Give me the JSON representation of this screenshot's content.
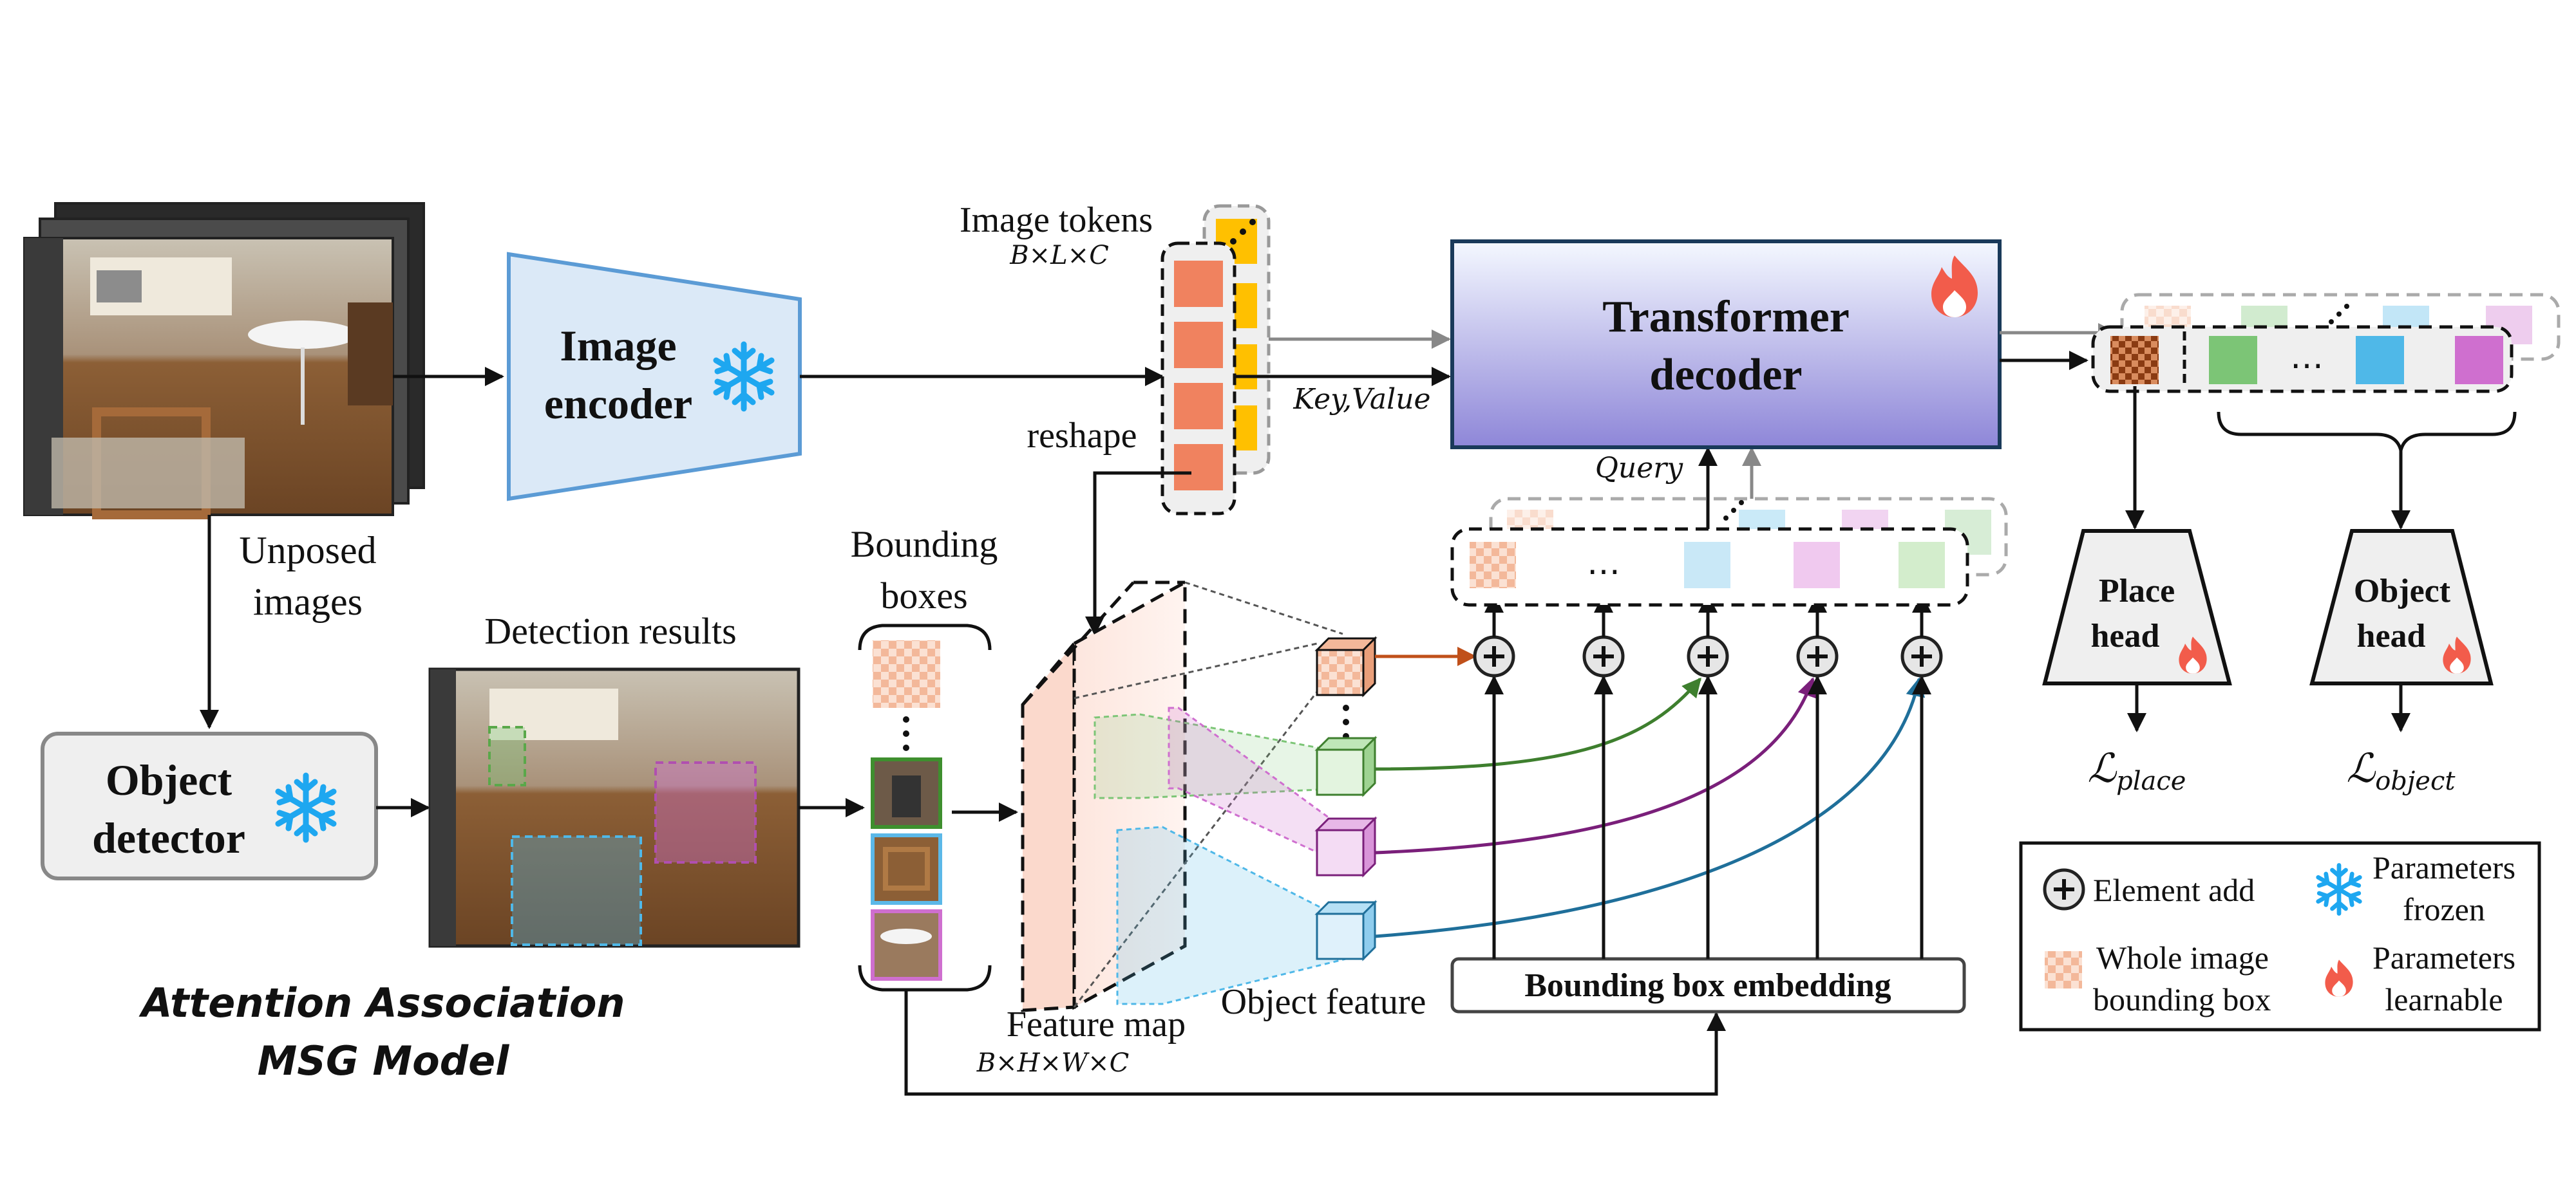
{
  "images": {
    "caption_line1": "Unposed",
    "caption_line2": "images"
  },
  "image_encoder": {
    "line1": "Image",
    "line2": "encoder"
  },
  "object_detector": {
    "line1": "Object",
    "line2": "detector"
  },
  "detection": {
    "title": "Detection results"
  },
  "bounding_boxes": {
    "line1": "Bounding",
    "line2": "boxes"
  },
  "model_name": {
    "line1": "Attention Association",
    "line2": "MSG Model"
  },
  "image_tokens": {
    "title": "Image tokens",
    "dims": "B×L×C"
  },
  "reshape_label": "reshape",
  "feature_map": {
    "title": "Feature map",
    "dims": "B×H×W×C"
  },
  "object_feature_label": "Object feature",
  "bbox_embedding_label": "Bounding box embedding",
  "decoder": {
    "line1": "Transformer",
    "line2": "decoder"
  },
  "key_value_label": "Key,Value",
  "query_label": "Query",
  "ellipsis": "…",
  "place_head": {
    "line1": "Place",
    "line2": "head"
  },
  "object_head": {
    "line1": "Object",
    "line2": "head"
  },
  "loss_place": {
    "symbol": "ℒ",
    "sub": "place"
  },
  "loss_object": {
    "symbol": "ℒ",
    "sub": "object"
  },
  "legend": {
    "element_add": "Element add",
    "frozen_line1": "Parameters",
    "frozen_line2": "frozen",
    "whole_line1": "Whole image",
    "whole_line2": "bounding box",
    "learnable_line1": "Parameters",
    "learnable_line2": "learnable"
  },
  "colors": {
    "snowflake": "#1ea7f0",
    "flame": "#f25c4b",
    "encoder_fill": "#dbe9f7",
    "encoder_stroke": "#5b9bd5",
    "token_orange": "#f0825f",
    "token_yellow": "#ffc000",
    "green": "#7cc576",
    "blue": "#4fb8e8",
    "magenta": "#cf6fcf",
    "arrow_green": "#3e7f2e",
    "arrow_purple": "#7a1f7a",
    "arrow_blue": "#1f6f9a",
    "arrow_orange": "#c0501a"
  }
}
